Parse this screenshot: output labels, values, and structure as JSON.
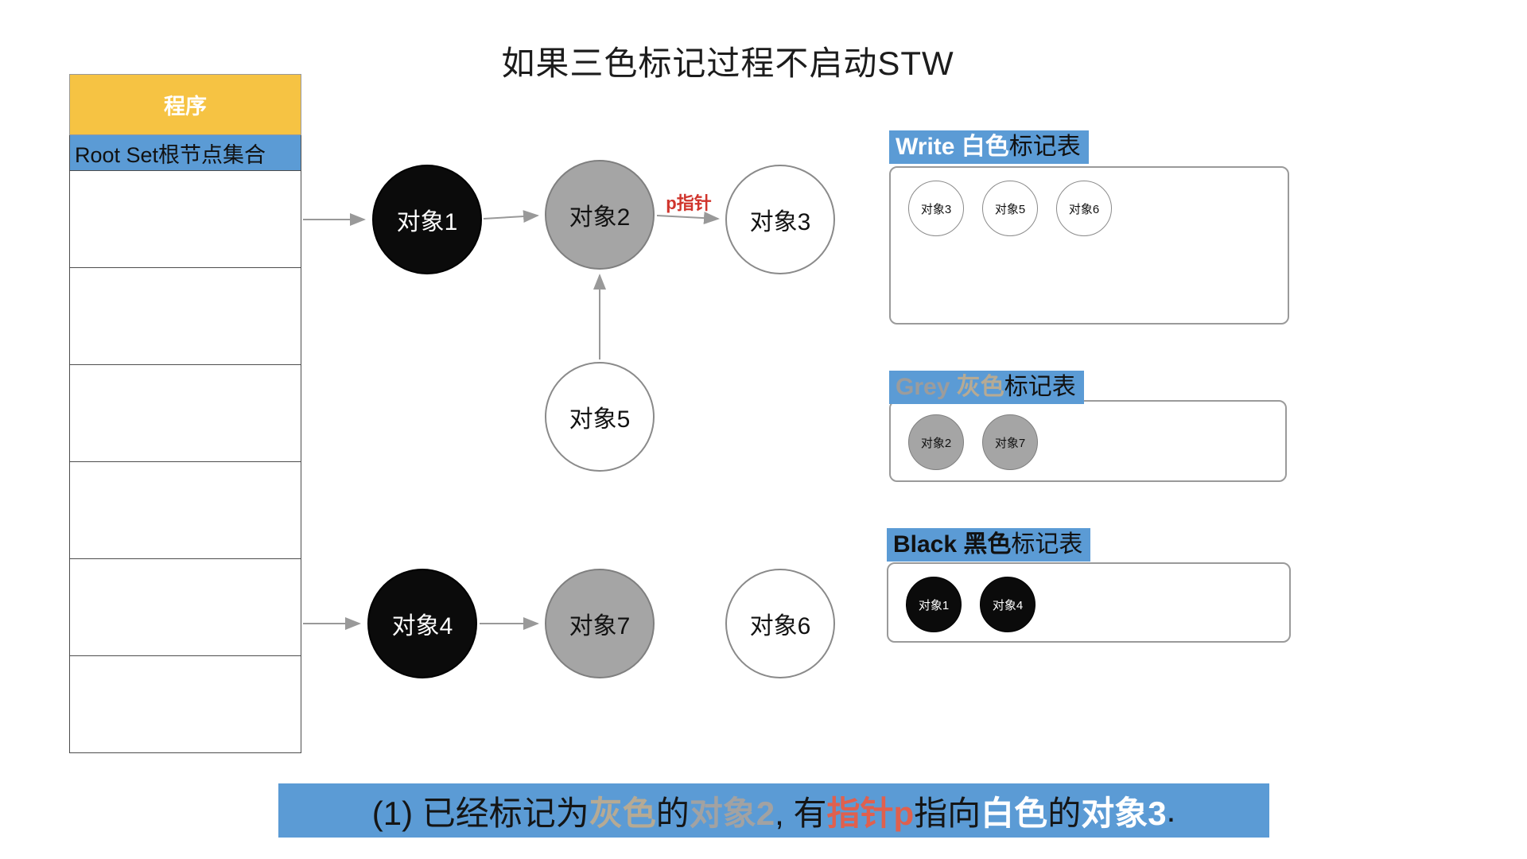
{
  "title": "如果三色标记过程不启动STW",
  "program": {
    "header": "程序",
    "root_row": "Root Set根节点集合"
  },
  "graph": {
    "obj1": "对象1",
    "obj2": "对象2",
    "obj3": "对象3",
    "obj4": "对象4",
    "obj5": "对象5",
    "obj6": "对象6",
    "obj7": "对象7",
    "pointer_label": "p指针"
  },
  "tables": {
    "white": {
      "title_en": "Write ",
      "title_color": "白色",
      "title_suffix": "标记表",
      "items": {
        "a": "对象3",
        "b": "对象5",
        "c": "对象6"
      }
    },
    "grey": {
      "title_en": "Grey ",
      "title_color": "灰色",
      "title_suffix": "标记表",
      "items": {
        "a": "对象2",
        "b": "对象7"
      }
    },
    "black": {
      "title_en": "Black ",
      "title_color": "黑色",
      "title_suffix": "标记表",
      "items": {
        "a": "对象1",
        "b": "对象4"
      }
    }
  },
  "caption": {
    "p1": "(1) 已经标记为",
    "p2": "灰色",
    "p3": "的",
    "p4": "对象2",
    "p5": ", 有",
    "p6": "指针p",
    "p7": "指向",
    "p8": "白色",
    "p9": "的",
    "p10": "对象3",
    "p11": "."
  },
  "colors": {
    "accent_blue": "#5b9bd5",
    "header_yellow": "#f6c343",
    "pointer_red": "#d0342c",
    "node_grey": "#a5a5a5",
    "node_black": "#0b0b0b"
  }
}
